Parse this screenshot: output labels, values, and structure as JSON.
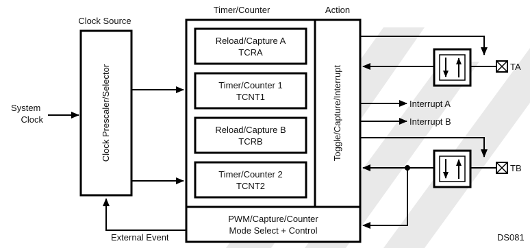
{
  "labels": {
    "clock_source": "Clock Source",
    "timer_counter": "Timer/Counter",
    "action": "Action",
    "system_clock": [
      "System",
      "Clock"
    ],
    "prescaler": "Clock Prescaler/Selector",
    "toggle": "Toggle/Capture/Interrupt",
    "external_event": "External Event",
    "interrupt_a": "Interrupt A",
    "interrupt_b": "Interrupt B",
    "pin_a": "TA",
    "pin_b": "TB",
    "ds": "DS081"
  },
  "registers": [
    {
      "line1": "Reload/Capture A",
      "line2": "TCRA"
    },
    {
      "line1": "Timer/Counter 1",
      "line2": "TCNT1"
    },
    {
      "line1": "Reload/Capture B",
      "line2": "TCRB"
    },
    {
      "line1": "Timer/Counter 2",
      "line2": "TCNT2"
    }
  ],
  "pwm": [
    "PWM/Capture/Counter",
    "Mode Select + Control"
  ],
  "colors": {
    "line": "#000000",
    "watermark": "#e9e9e9",
    "background": "#ffffff"
  }
}
